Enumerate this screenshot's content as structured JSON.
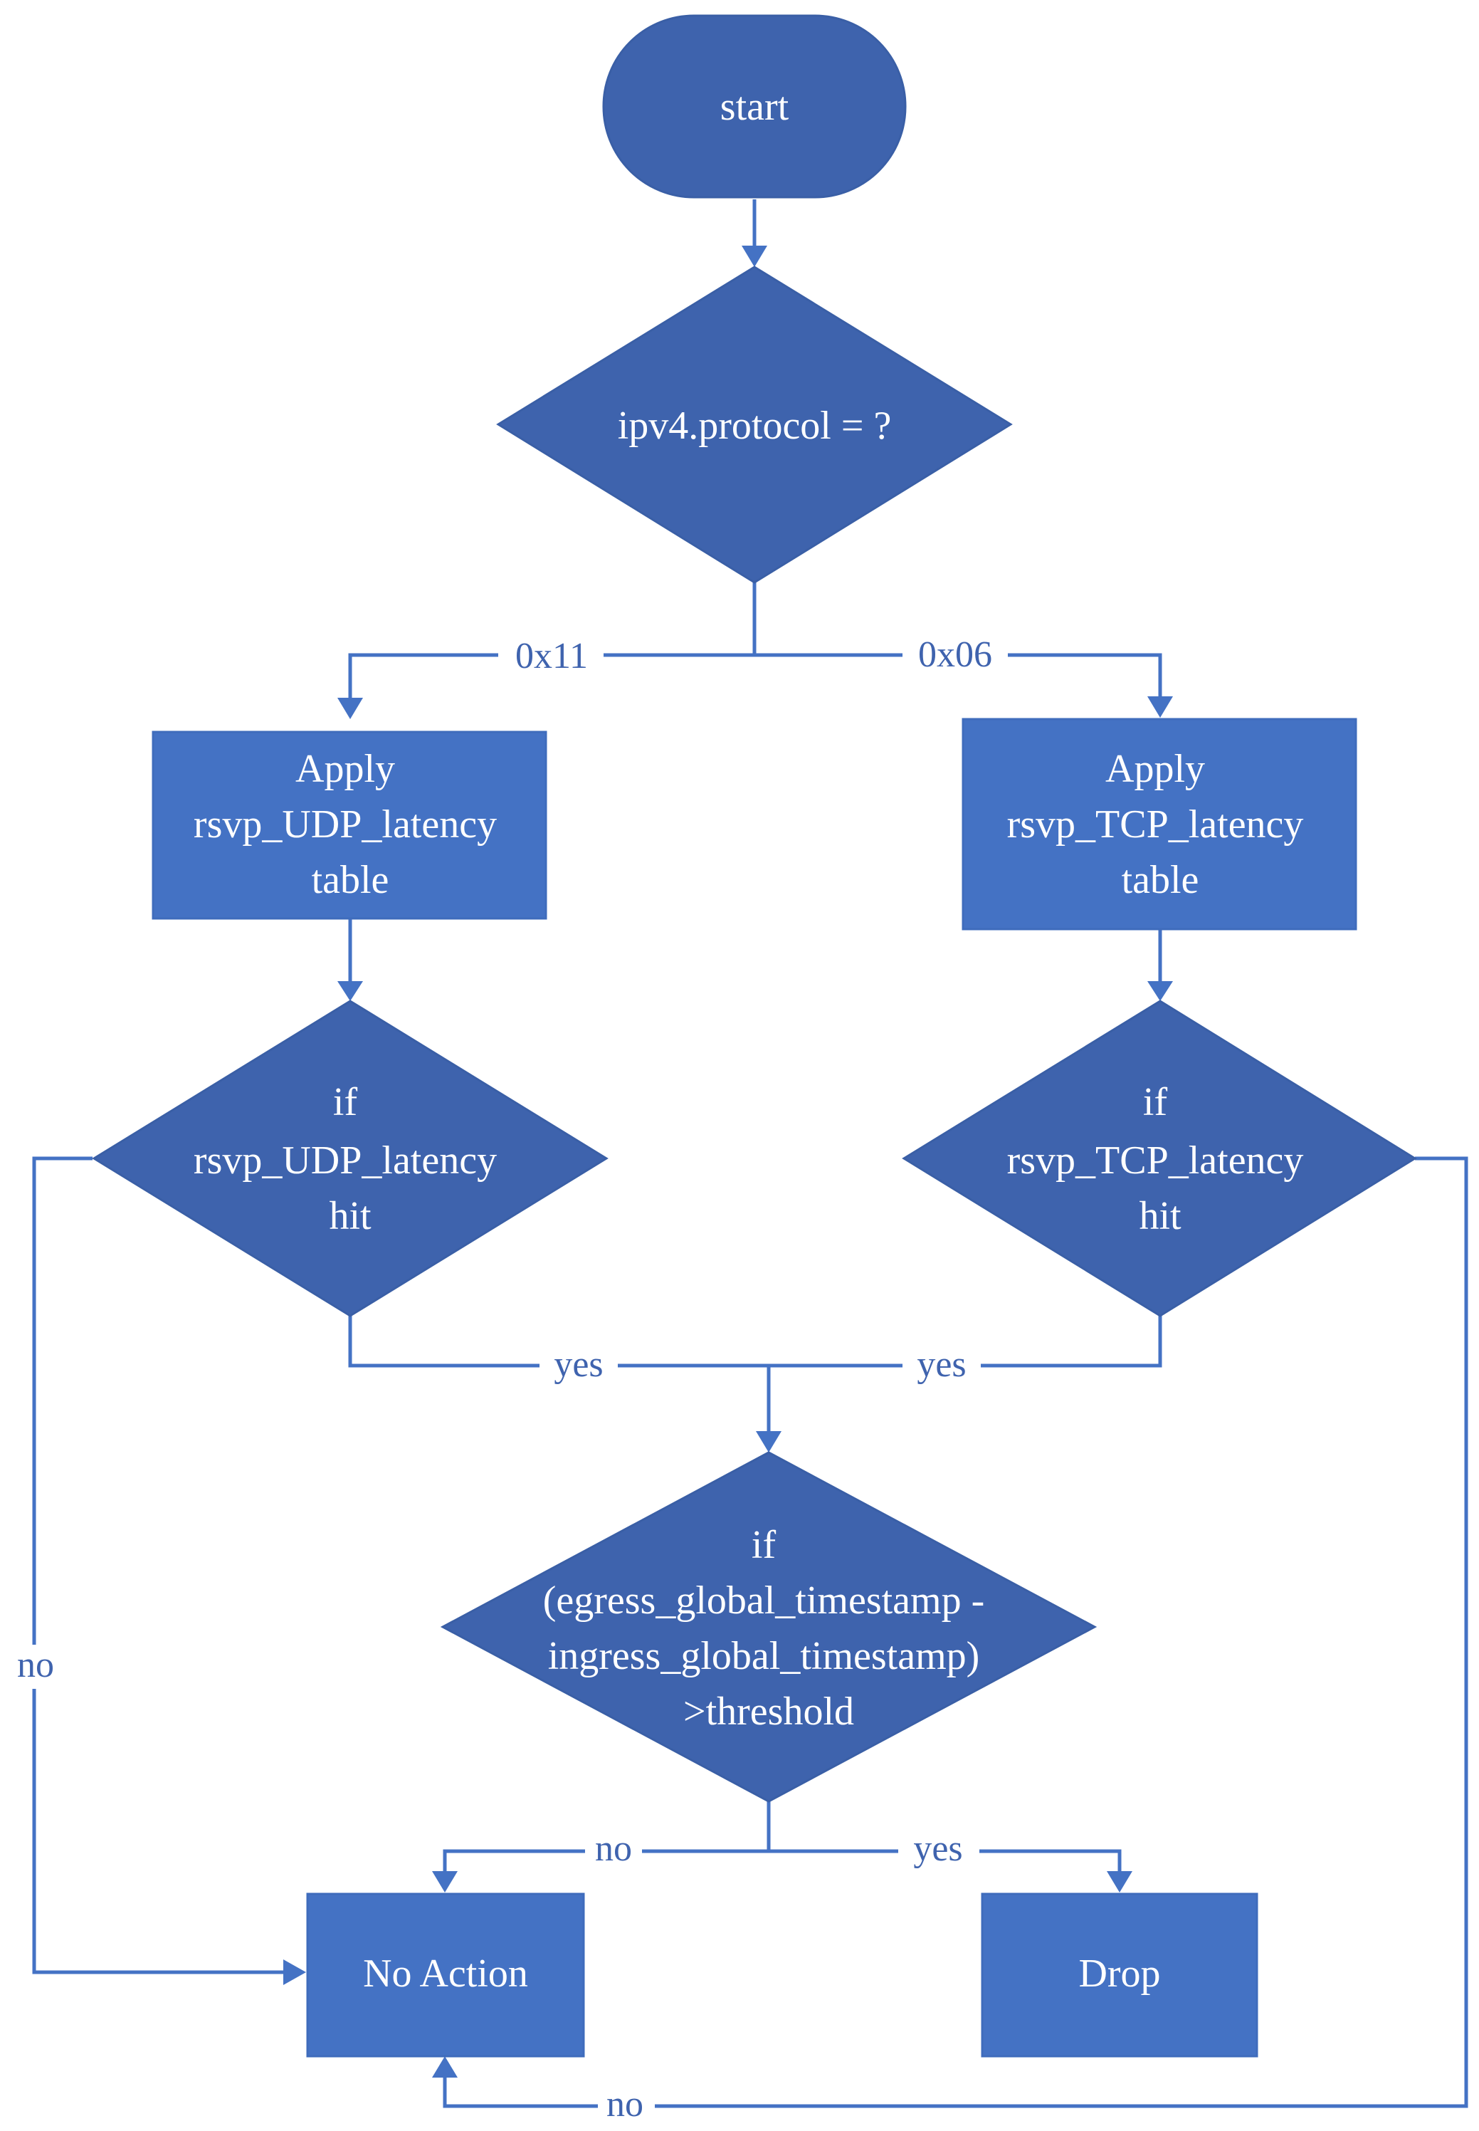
{
  "colors": {
    "terminal_fill": "#3e63ad",
    "decision_fill": "#3e63ad",
    "process_fill": "#4472c4",
    "edge": "#4472c4",
    "node_text": "#ffffff",
    "edge_label": "#3f63ae"
  },
  "nodes": {
    "start": {
      "label": "start"
    },
    "protocol_decision": {
      "label": "ipv4.protocol = ?"
    },
    "apply_udp": {
      "lines": [
        "Apply",
        "rsvp_UDP_latency",
        "table"
      ]
    },
    "apply_tcp": {
      "lines": [
        "Apply",
        "rsvp_TCP_latency",
        "table"
      ]
    },
    "udp_hit_decision": {
      "lines": [
        "if",
        "rsvp_UDP_latency",
        "hit"
      ]
    },
    "tcp_hit_decision": {
      "lines": [
        "if",
        "rsvp_TCP_latency",
        "hit"
      ]
    },
    "threshold_decision": {
      "lines": [
        "if",
        "(egress_global_timestamp -",
        "ingress_global_timestamp)",
        ">threshold"
      ]
    },
    "no_action": {
      "label": "No Action"
    },
    "drop": {
      "label": "Drop"
    }
  },
  "edges": {
    "udp_branch": "0x11",
    "tcp_branch": "0x06",
    "udp_yes": "yes",
    "tcp_yes": "yes",
    "udp_no": "no",
    "tcp_no": "no",
    "threshold_no": "no",
    "threshold_yes": "yes"
  }
}
